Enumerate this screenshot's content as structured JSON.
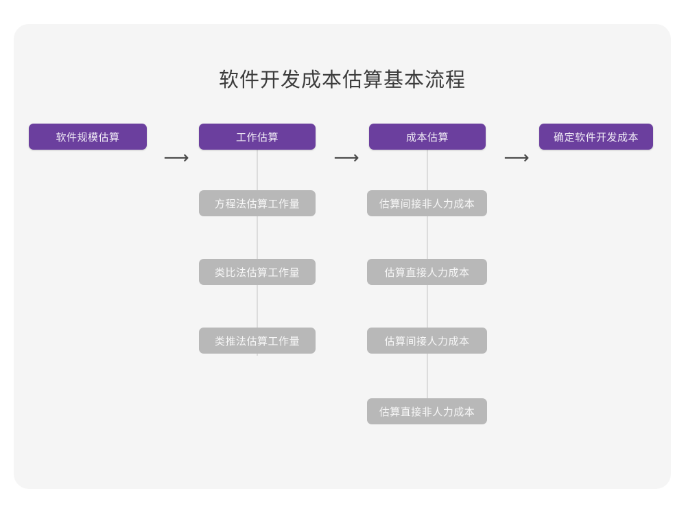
{
  "canvas": {
    "background": "#f5f5f5",
    "page_background": "#ffffff"
  },
  "title": "软件开发成本估算基本流程",
  "colors": {
    "primary_node_fill": "#6b3f9e",
    "primary_node_text": "#f2eef7",
    "secondary_node_fill": "#b8b8b8",
    "secondary_node_text": "#f7f7f7",
    "connector_line": "#dcdcdc",
    "arrow": "#4a4a4a",
    "title_text": "#3c3c3c"
  },
  "arrows": {
    "glyph": "⟶",
    "name": "long-right-arrow",
    "count": 3
  },
  "flow": {
    "stages": [
      {
        "id": "stage-1",
        "label": "软件规模估算",
        "substeps": []
      },
      {
        "id": "stage-2",
        "label": "工作估算",
        "substeps": [
          "方程法估算工作量",
          "类比法估算工作量",
          "类推法估算工作量"
        ]
      },
      {
        "id": "stage-3",
        "label": "成本估算",
        "substeps": [
          "估算间接非人力成本",
          "估算直接人力成本",
          "估算间接人力成本",
          "估算直接非人力成本"
        ]
      },
      {
        "id": "stage-4",
        "label": "确定软件开发成本",
        "substeps": []
      }
    ]
  },
  "chart_data": {
    "type": "table",
    "title": "软件开发成本估算基本流程",
    "categories": [
      "软件规模估算",
      "工作估算",
      "成本估算",
      "确定软件开发成本"
    ],
    "series": [
      {
        "name": "工作估算",
        "values": [
          "方程法估算工作量",
          "类比法估算工作量",
          "类推法估算工作量"
        ]
      },
      {
        "name": "成本估算",
        "values": [
          "估算间接非人力成本",
          "估算直接人力成本",
          "估算间接人力成本",
          "估算直接非人力成本"
        ]
      }
    ]
  }
}
